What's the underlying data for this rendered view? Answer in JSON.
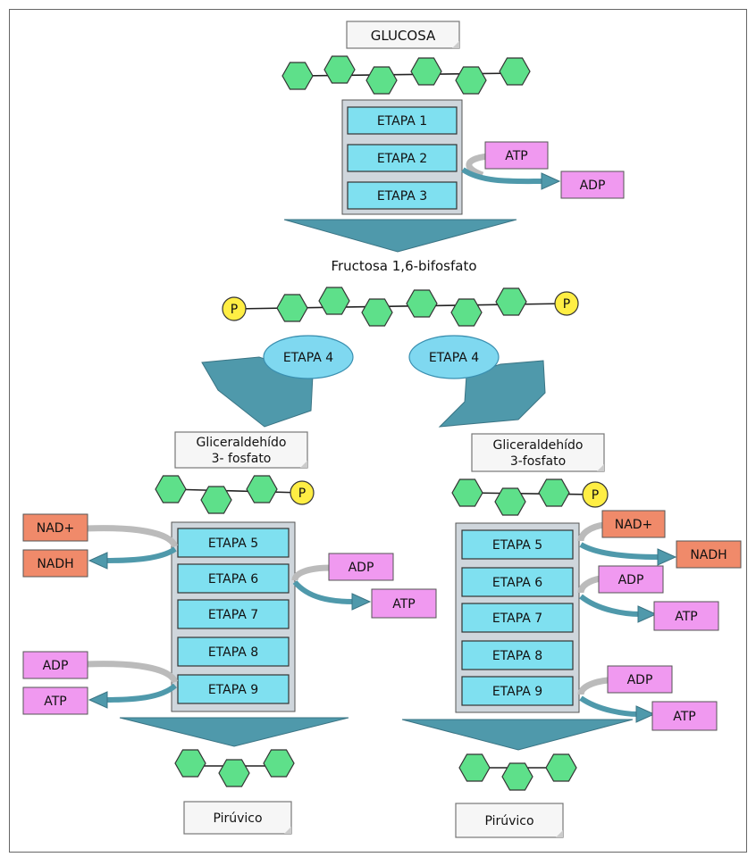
{
  "title": "GLUCOSA",
  "intermediate": "Fructosa 1,6-bifosfato",
  "phosphate_label": "P",
  "upper_stages": [
    "ETAPA 1",
    "ETAPA 2",
    "ETAPA 3"
  ],
  "upper_side": {
    "in": "ATP",
    "out": "ADP"
  },
  "split_stage_left": "ETAPA 4",
  "split_stage_right": "ETAPA 4",
  "left_branch": {
    "product_line1": "Gliceraldehído",
    "product_line2": "3- fosfato",
    "stages": [
      "ETAPA 5",
      "ETAPA 6",
      "ETAPA 7",
      "ETAPA 8",
      "ETAPA 9"
    ],
    "nad_in": "NAD+",
    "nad_out": "NADH",
    "adp_in_6": "ADP",
    "atp_out_6": "ATP",
    "adp_in_9": "ADP",
    "atp_out_9": "ATP",
    "final": "Pirúvico"
  },
  "right_branch": {
    "product_line1": "Gliceraldehído",
    "product_line2": "3-fosfato",
    "stages": [
      "ETAPA 5",
      "ETAPA 6",
      "ETAPA 7",
      "ETAPA 8",
      "ETAPA 9"
    ],
    "nad_in": "NAD+",
    "nad_out": "NADH",
    "adp_in_6": "ADP",
    "atp_out_6": "ATP",
    "adp_in_9": "ADP",
    "atp_out_9": "ATP",
    "final": "Pirúvico"
  },
  "colors": {
    "hexagon": "#5ee08a",
    "phosphate": "#ffee44",
    "stage": "#7fe0f0",
    "arrow": "#4f99ab",
    "energy": "#f099f0",
    "nad": "#f08a6a"
  }
}
